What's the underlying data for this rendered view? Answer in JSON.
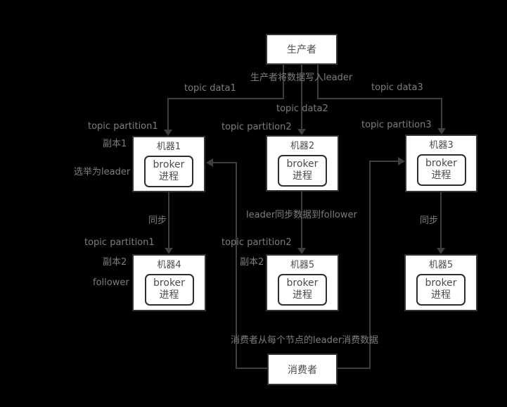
{
  "colors": {
    "background": "#000000",
    "line": "#3e3e3e",
    "box_border": "#333333",
    "box_fill": "#ffffff",
    "box_text": "#4c4c4c",
    "label_text": "#7d7d7d"
  },
  "diagram": {
    "producer": {
      "label": "生产者"
    },
    "consumer": {
      "label": "消费者"
    },
    "machines": [
      {
        "title": "机器1",
        "process_line1": "broker",
        "process_line2": "进程"
      },
      {
        "title": "机器2",
        "process_line1": "broker",
        "process_line2": "进程"
      },
      {
        "title": "机器3",
        "process_line1": "broker",
        "process_line2": "进程"
      },
      {
        "title": "机器4",
        "process_line1": "broker",
        "process_line2": "进程"
      },
      {
        "title": "机器5",
        "process_line1": "broker",
        "process_line2": "进程"
      },
      {
        "title": "机器5",
        "process_line1": "broker",
        "process_line2": "进程"
      }
    ],
    "labels": {
      "producer_write": "生产者将数据写入leader",
      "topic_data1": "topic data1",
      "topic_data2": "topic data2",
      "topic_data3": "topic data3",
      "topic_partition1_top": "topic partition1",
      "topic_partition2_top": "topic partition2",
      "topic_partition3": "topic partition3",
      "replica1": "副本1",
      "elected_leader": "选举为leader",
      "sync_left": "同步",
      "topic_partition1_bottom": "topic partition1",
      "replica2_left": "副本2",
      "follower": "follower",
      "leader_sync_to_follower": "leader同步数据到follower",
      "topic_partition2_bottom": "topic partition2",
      "replica2_middle": "副本2",
      "sync_right": "同步",
      "consumer_read": "消费者从每个节点的leader消费数据"
    }
  }
}
